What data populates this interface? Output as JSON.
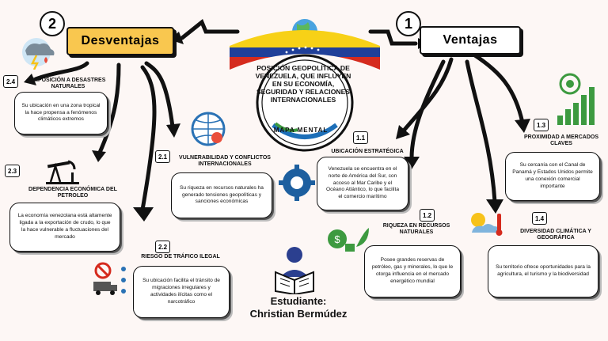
{
  "center": {
    "title": "POSICIÓN GEOPOLÍTICA DE VENEZUELA, QUE INFLUYEN EN SU ECONOMÍA, SEGURIDAD Y RELACIONES INTERNACIONALES",
    "label": "MAPA MENTAL"
  },
  "left": {
    "number": "2",
    "title": "Desventajas",
    "items": [
      {
        "badge": "2.4",
        "heading": "EXPOSICIÓN A DESASTRES NATURALES",
        "text": "Su ubicación en una zona tropical la hace propensa a fenómenos climáticos extremos"
      },
      {
        "badge": "2.3",
        "heading": "DEPENDENCIA ECONÓMICA DEL PETROLEO",
        "text": "La economía venezolana está altamente ligada a la exportación de crudo, lo que la hace vulnerable a fluctuaciones del mercado"
      },
      {
        "badge": "2.1",
        "heading": "VULNERABILIDAD Y CONFLICTOS INTERNACIONALES",
        "text": "Su riqueza en recursos naturales ha generado tensiones geopolíticas y sanciones económicas"
      },
      {
        "badge": "2.2",
        "heading": "RIESGO DE TRÁFICO ILEGAL",
        "text": "Su ubicación facilita el tránsito de migraciones irregulares y actividades ilícitas como el narcotráfico"
      }
    ]
  },
  "right": {
    "number": "1",
    "title": "Ventajas",
    "items": [
      {
        "badge": "1.1",
        "heading": "UBICACIÓN ESTRATÉGICA",
        "text": "Venezuela se encuentra en el norte de América del Sur, con acceso al Mar Caribe y el Océano Atlántico, lo que facilita el comercio marítimo"
      },
      {
        "badge": "1.2",
        "heading": "RIQUEZA EN RECURSOS NATURALES",
        "text": "Posee grandes reservas de petróleo, gas y minerales, lo que le otorga influencia en el mercado energético mundial"
      },
      {
        "badge": "1.3",
        "heading": "PROXIMIDAD A MERCADOS CLAVES",
        "text": "Su cercanía con el Canal de Panamá y Estados Unidos permite una conexión comercial importante"
      },
      {
        "badge": "1.4",
        "heading": "DIVERSIDAD CLIMÁTICA Y GEOGRÁFICA",
        "text": "Su territorio ofrece oportunidades para la agricultura, el turismo y la biodiversidad"
      }
    ]
  },
  "student": {
    "label": "Estudiante:",
    "name": "Christian Bermúdez"
  },
  "colors": {
    "yellow": "#f9c74f",
    "background": "#fdf7f5",
    "flag_yellow": "#f7d117",
    "flag_blue": "#1f3f99",
    "flag_red": "#d52b1e"
  },
  "icons": [
    "storm-icon",
    "oil-pump-icon",
    "globe-gear-icon",
    "no-truck-icon",
    "gear-hands-icon",
    "money-leaf-icon",
    "target-growth-icon",
    "weather-icon",
    "reader-icon"
  ]
}
